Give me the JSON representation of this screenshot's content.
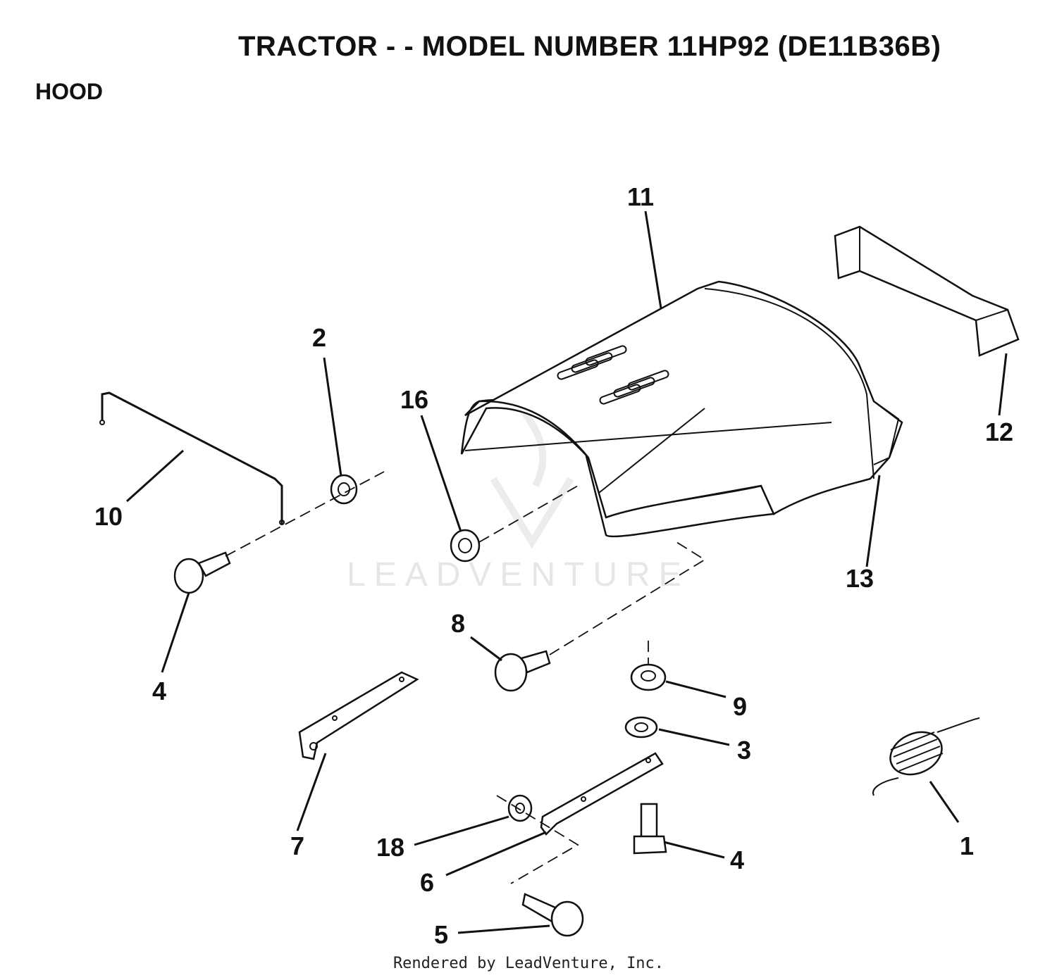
{
  "header": {
    "title": "TRACTOR - - MODEL NUMBER 11HP92 (DE11B36B)",
    "section": "HOOD"
  },
  "watermark": "LEADVENTURE",
  "footer": "Rendered by LeadVenture, Inc.",
  "callouts": {
    "c1": "1",
    "c2": "2",
    "c3": "3",
    "c4a": "4",
    "c4b": "4",
    "c5": "5",
    "c6": "6",
    "c7": "7",
    "c8": "8",
    "c9": "9",
    "c10": "10",
    "c11": "11",
    "c12": "12",
    "c13": "13",
    "c16": "16",
    "c18": "18"
  }
}
